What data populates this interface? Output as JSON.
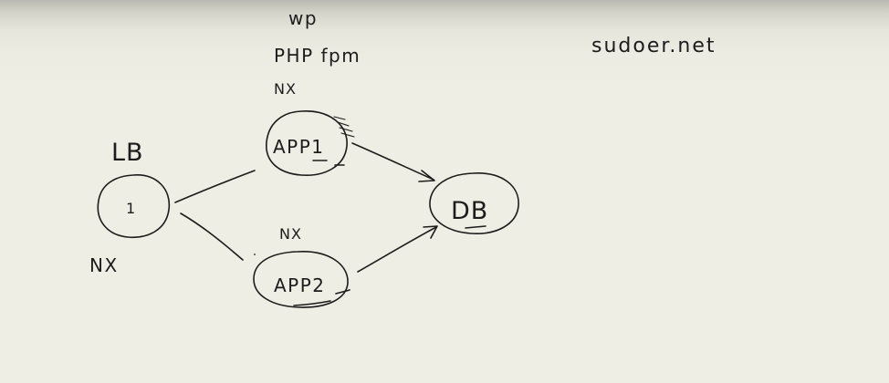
{
  "annotations": {
    "wp": "wp",
    "php_fpm": "PHP fpm",
    "app1_nx": "NX",
    "app2_nx": "NX",
    "lb_nx": "NX",
    "lb_title": "LB",
    "site": "sudoer.net"
  },
  "nodes": {
    "lb": {
      "label": "1"
    },
    "app1": {
      "label": "APP1"
    },
    "app2": {
      "label": "APP2"
    },
    "db": {
      "label": "DB"
    }
  }
}
